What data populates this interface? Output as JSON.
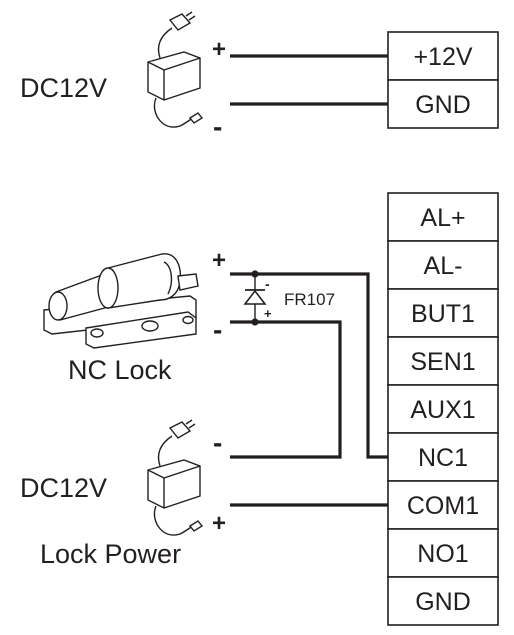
{
  "power_supply_top": {
    "label": "DC12V",
    "plus": "+",
    "minus": "-"
  },
  "terminal_block_top": {
    "terminals": [
      "+12V",
      "GND"
    ]
  },
  "lock": {
    "label": "NC Lock",
    "plus": "+",
    "minus": "-"
  },
  "diode": {
    "label": "FR107",
    "minus": "-",
    "plus": "+"
  },
  "power_supply_lock": {
    "label": "DC12V",
    "sublabel": "Lock Power",
    "minus": "-",
    "plus": "+"
  },
  "terminal_block_main": {
    "terminals": [
      "AL+",
      "AL-",
      "BUT1",
      "SEN1",
      "AUX1",
      "NC1",
      "COM1",
      "NO1",
      "GND"
    ]
  }
}
